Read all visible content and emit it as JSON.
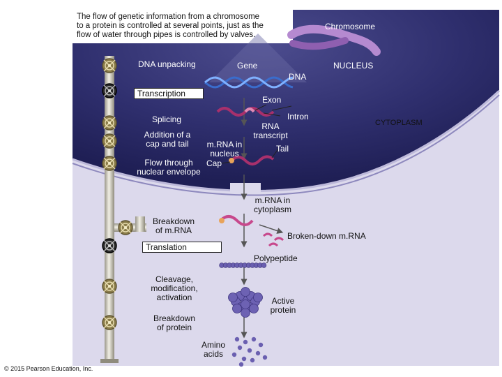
{
  "caption": "The flow of genetic information from a chromosome to a protein is controlled at several points, just as the flow of water through pipes is controlled by valves.",
  "caption_lines": [
    "The flow of genetic information from a chromosome",
    "to a protein is controlled at several points, just as the",
    "flow of water through pipes is controlled by valves."
  ],
  "labels": {
    "chromosome": "Chromosome",
    "nucleus": "NUCLEUS",
    "cytoplasm": "CYTOPLASM",
    "gene": "Gene",
    "dna": "DNA",
    "exon": "Exon",
    "intron": "Intron",
    "rna_transcript_1": "RNA",
    "rna_transcript_2": "transcript",
    "tail": "Tail",
    "cap": "Cap",
    "mrna_nucleus_1": "m.RNA in",
    "mrna_nucleus_2": "nucleus",
    "mrna_cytoplasm_1": "m.RNA in",
    "mrna_cytoplasm_2": "cytoplasm",
    "broken_mrna": "Broken-down m.RNA",
    "polypeptide": "Polypeptide",
    "active_protein_1": "Active",
    "active_protein_2": "protein",
    "amino_acids_1": "Amino",
    "amino_acids_2": "acids"
  },
  "steps": {
    "dna_unpacking": "DNA unpacking",
    "transcription": "Transcription",
    "splicing": "Splicing",
    "addition_1": "Addition of a",
    "addition_2": "cap and tail",
    "flow_1": "Flow through",
    "flow_2": "nuclear envelope",
    "breakdown_mrna_1": "Breakdown",
    "breakdown_mrna_2": "of m.RNA",
    "translation": "Translation",
    "cleavage_1": "Cleavage,",
    "cleavage_2": "modification,",
    "cleavage_3": "activation",
    "breakdown_protein_1": "Breakdown",
    "breakdown_protein_2": "of protein"
  },
  "copyright": "© 2015 Pearson Education, Inc.",
  "colors": {
    "nucleus": "#2f2f6e",
    "cytoplasm": "#d9d6ec",
    "pipe": "#d7d3c4",
    "valve": "#8a7c4a",
    "dna": "#2a55b0",
    "rna": "#9d2a6a",
    "protein": "#5b4fa0"
  }
}
